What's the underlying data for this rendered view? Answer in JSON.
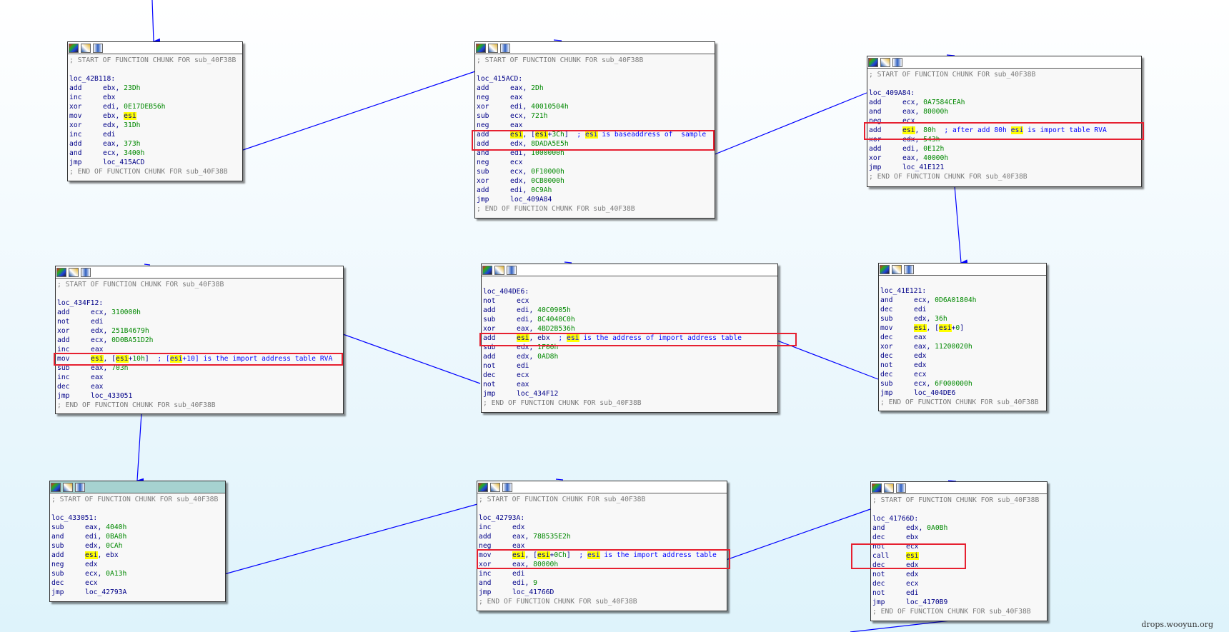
{
  "window_title": "IDA graph view",
  "watermark": "drops.wooyun.org",
  "colors": {
    "edge": "#0000ff",
    "highlight": "#ffff00",
    "annotation_box": "#e62030",
    "node_bg": "#f8f8f8",
    "selected_header": "#a6d2d0"
  },
  "icons": [
    "graph-color-icon",
    "edit-node-icon",
    "node-groups-icon"
  ],
  "nodes": [
    {
      "id": "loc_42B118",
      "lines": [
        {
          "t": "cm",
          "text": "; START OF FUNCTION CHUNK FOR sub_40F38B"
        },
        {
          "t": "blank"
        },
        {
          "t": "lbl",
          "text": "loc_42B118:"
        },
        {
          "t": "ins",
          "m": "add",
          "o": "ebx, 23Dh"
        },
        {
          "t": "ins",
          "m": "inc",
          "o": "ebx"
        },
        {
          "t": "ins",
          "m": "xor",
          "o": "edi, 0E17DEB56h"
        },
        {
          "t": "ins",
          "m": "mov",
          "o": "ebx, esi"
        },
        {
          "t": "ins",
          "m": "xor",
          "o": "edx, 31Dh"
        },
        {
          "t": "ins",
          "m": "inc",
          "o": "edi"
        },
        {
          "t": "ins",
          "m": "add",
          "o": "eax, 373h"
        },
        {
          "t": "ins",
          "m": "and",
          "o": "ecx, 3400h"
        },
        {
          "t": "ins",
          "m": "jmp",
          "o": "loc_415ACD"
        },
        {
          "t": "cm",
          "text": "; END OF FUNCTION CHUNK FOR sub_40F38B"
        }
      ]
    },
    {
      "id": "loc_415ACD",
      "lines": [
        {
          "t": "cm",
          "text": "; START OF FUNCTION CHUNK FOR sub_40F38B"
        },
        {
          "t": "blank"
        },
        {
          "t": "lbl",
          "text": "loc_415ACD:"
        },
        {
          "t": "ins",
          "m": "add",
          "o": "eax, 2Dh"
        },
        {
          "t": "ins",
          "m": "neg",
          "o": "eax"
        },
        {
          "t": "ins",
          "m": "xor",
          "o": "edi, 40010504h"
        },
        {
          "t": "ins",
          "m": "sub",
          "o": "ecx, 721h"
        },
        {
          "t": "ins",
          "m": "neg",
          "o": "eax"
        },
        {
          "t": "ins",
          "m": "add",
          "o": "esi, [esi+3Ch]",
          "c": "; esi is baseaddress of  sample"
        },
        {
          "t": "ins",
          "m": "add",
          "o": "edx, 8DADA5E5h"
        },
        {
          "t": "ins",
          "m": "and",
          "o": "edi, 1000000h"
        },
        {
          "t": "ins",
          "m": "neg",
          "o": "ecx"
        },
        {
          "t": "ins",
          "m": "sub",
          "o": "ecx, 0F10000h"
        },
        {
          "t": "ins",
          "m": "xor",
          "o": "edx, 0CB0000h"
        },
        {
          "t": "ins",
          "m": "add",
          "o": "edi, 0C9Ah"
        },
        {
          "t": "ins",
          "m": "jmp",
          "o": "loc_409A84"
        },
        {
          "t": "cm",
          "text": "; END OF FUNCTION CHUNK FOR sub_40F38B"
        }
      ]
    },
    {
      "id": "loc_409A84",
      "lines": [
        {
          "t": "cm",
          "text": "; START OF FUNCTION CHUNK FOR sub_40F38B"
        },
        {
          "t": "blank"
        },
        {
          "t": "lbl",
          "text": "loc_409A84:"
        },
        {
          "t": "ins",
          "m": "add",
          "o": "ecx, 0A7584CEAh"
        },
        {
          "t": "ins",
          "m": "and",
          "o": "eax, 80000h"
        },
        {
          "t": "ins",
          "m": "neg",
          "o": "ecx"
        },
        {
          "t": "ins",
          "m": "add",
          "o": "esi, 80h",
          "c": "; after add 80h esi is import table RVA"
        },
        {
          "t": "ins",
          "m": "xor",
          "o": "edx, 543h"
        },
        {
          "t": "ins",
          "m": "add",
          "o": "edi, 0E12h"
        },
        {
          "t": "ins",
          "m": "xor",
          "o": "eax, 40000h"
        },
        {
          "t": "ins",
          "m": "jmp",
          "o": "loc_41E121"
        },
        {
          "t": "cm",
          "text": "; END OF FUNCTION CHUNK FOR sub_40F38B"
        }
      ]
    },
    {
      "id": "loc_434F12",
      "lines": [
        {
          "t": "cm",
          "text": "; START OF FUNCTION CHUNK FOR sub_40F38B"
        },
        {
          "t": "blank"
        },
        {
          "t": "lbl",
          "text": "loc_434F12:"
        },
        {
          "t": "ins",
          "m": "add",
          "o": "ecx, 310000h"
        },
        {
          "t": "ins",
          "m": "not",
          "o": "edi"
        },
        {
          "t": "ins",
          "m": "xor",
          "o": "edx, 251B4679h"
        },
        {
          "t": "ins",
          "m": "add",
          "o": "ecx, 0D0BA51D2h"
        },
        {
          "t": "ins",
          "m": "inc",
          "o": "eax"
        },
        {
          "t": "ins",
          "m": "mov",
          "o": "esi, [esi+10h]",
          "c": "; [esi+10] is the import address table RVA"
        },
        {
          "t": "ins",
          "m": "sub",
          "o": "eax, 703h"
        },
        {
          "t": "ins",
          "m": "inc",
          "o": "eax"
        },
        {
          "t": "ins",
          "m": "dec",
          "o": "eax"
        },
        {
          "t": "ins",
          "m": "jmp",
          "o": "loc_433051"
        },
        {
          "t": "cm",
          "text": "; END OF FUNCTION CHUNK FOR sub_40F38B"
        }
      ]
    },
    {
      "id": "loc_404DE6",
      "lines": [
        {
          "t": "blank"
        },
        {
          "t": "lbl",
          "text": "loc_404DE6:"
        },
        {
          "t": "ins",
          "m": "not",
          "o": "ecx"
        },
        {
          "t": "ins",
          "m": "add",
          "o": "edi, 40C0905h"
        },
        {
          "t": "ins",
          "m": "sub",
          "o": "edi, 8C4040C0h"
        },
        {
          "t": "ins",
          "m": "xor",
          "o": "eax, 4BD2B536h"
        },
        {
          "t": "ins",
          "m": "add",
          "o": "esi, ebx",
          "c": "; esi is the address of import address table"
        },
        {
          "t": "ins",
          "m": "sub",
          "o": "edx, 1F00h"
        },
        {
          "t": "ins",
          "m": "add",
          "o": "edx, 0AD8h"
        },
        {
          "t": "ins",
          "m": "not",
          "o": "edi"
        },
        {
          "t": "ins",
          "m": "dec",
          "o": "ecx"
        },
        {
          "t": "ins",
          "m": "not",
          "o": "eax"
        },
        {
          "t": "ins",
          "m": "jmp",
          "o": "loc_434F12"
        },
        {
          "t": "cm",
          "text": "; END OF FUNCTION CHUNK FOR sub_40F38B"
        }
      ]
    },
    {
      "id": "loc_41E121",
      "lines": [
        {
          "t": "blank"
        },
        {
          "t": "lbl",
          "text": "loc_41E121:"
        },
        {
          "t": "ins",
          "m": "and",
          "o": "ecx, 0D6A01804h"
        },
        {
          "t": "ins",
          "m": "dec",
          "o": "edi"
        },
        {
          "t": "ins",
          "m": "sub",
          "o": "edx, 36h"
        },
        {
          "t": "ins",
          "m": "mov",
          "o": "esi, [esi+0]"
        },
        {
          "t": "ins",
          "m": "dec",
          "o": "eax"
        },
        {
          "t": "ins",
          "m": "xor",
          "o": "eax, 11200020h"
        },
        {
          "t": "ins",
          "m": "dec",
          "o": "edx"
        },
        {
          "t": "ins",
          "m": "not",
          "o": "edx"
        },
        {
          "t": "ins",
          "m": "dec",
          "o": "ecx"
        },
        {
          "t": "ins",
          "m": "sub",
          "o": "ecx, 6F000000h"
        },
        {
          "t": "ins",
          "m": "jmp",
          "o": "loc_404DE6"
        },
        {
          "t": "cm",
          "text": "; END OF FUNCTION CHUNK FOR sub_40F38B"
        }
      ]
    },
    {
      "id": "loc_433051",
      "lines": [
        {
          "t": "cm",
          "text": "; START OF FUNCTION CHUNK FOR sub_40F38B"
        },
        {
          "t": "blank"
        },
        {
          "t": "lbl",
          "text": "loc_433051:"
        },
        {
          "t": "ins",
          "m": "sub",
          "o": "eax, 4040h"
        },
        {
          "t": "ins",
          "m": "and",
          "o": "edi, 0BA8h"
        },
        {
          "t": "ins",
          "m": "sub",
          "o": "edx, 0CAh"
        },
        {
          "t": "ins",
          "m": "add",
          "o": "esi, ebx"
        },
        {
          "t": "ins",
          "m": "neg",
          "o": "edx"
        },
        {
          "t": "ins",
          "m": "sub",
          "o": "ecx, 0A13h"
        },
        {
          "t": "ins",
          "m": "dec",
          "o": "ecx"
        },
        {
          "t": "ins",
          "m": "jmp",
          "o": "loc_42793A"
        }
      ]
    },
    {
      "id": "loc_42793A",
      "lines": [
        {
          "t": "cm",
          "text": "; START OF FUNCTION CHUNK FOR sub_40F38B"
        },
        {
          "t": "blank"
        },
        {
          "t": "lbl",
          "text": "loc_42793A:"
        },
        {
          "t": "ins",
          "m": "inc",
          "o": "edx"
        },
        {
          "t": "ins",
          "m": "add",
          "o": "eax, 78B535E2h"
        },
        {
          "t": "ins",
          "m": "neg",
          "o": "eax"
        },
        {
          "t": "ins",
          "m": "mov",
          "o": "esi, [esi+0Ch]",
          "c": "; esi is the import address table"
        },
        {
          "t": "ins",
          "m": "xor",
          "o": "eax, 80000h"
        },
        {
          "t": "ins",
          "m": "inc",
          "o": "edi"
        },
        {
          "t": "ins",
          "m": "and",
          "o": "edi, 9"
        },
        {
          "t": "ins",
          "m": "jmp",
          "o": "loc_41766D"
        },
        {
          "t": "cm",
          "text": "; END OF FUNCTION CHUNK FOR sub_40F38B"
        }
      ]
    },
    {
      "id": "loc_41766D",
      "lines": [
        {
          "t": "cm",
          "text": "; START OF FUNCTION CHUNK FOR sub_40F38B"
        },
        {
          "t": "blank"
        },
        {
          "t": "lbl",
          "text": "loc_41766D:"
        },
        {
          "t": "ins",
          "m": "and",
          "o": "edx, 0A0Bh"
        },
        {
          "t": "ins",
          "m": "dec",
          "o": "ebx"
        },
        {
          "t": "ins",
          "m": "not",
          "o": "ecx"
        },
        {
          "t": "ins",
          "m": "call",
          "o": "esi"
        },
        {
          "t": "ins",
          "m": "dec",
          "o": "edx"
        },
        {
          "t": "ins",
          "m": "not",
          "o": "edx"
        },
        {
          "t": "ins",
          "m": "dec",
          "o": "ecx"
        },
        {
          "t": "ins",
          "m": "not",
          "o": "edi"
        },
        {
          "t": "ins",
          "m": "jmp",
          "o": "loc_4170B9"
        },
        {
          "t": "cm",
          "text": "; END OF FUNCTION CHUNK FOR sub_40F38B"
        }
      ]
    }
  ]
}
